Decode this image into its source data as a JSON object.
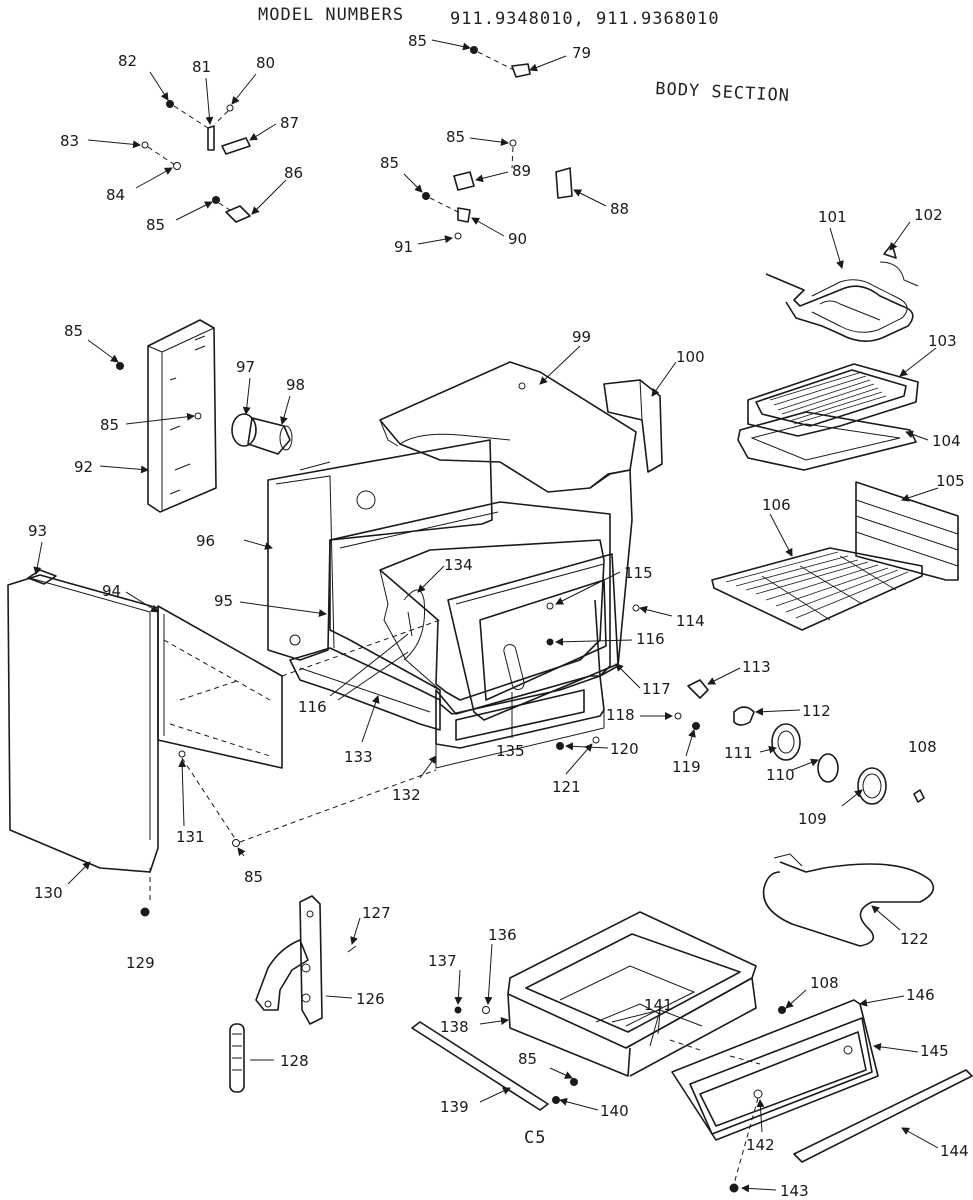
{
  "header": {
    "model_label": "MODEL NUMBERS",
    "model_numbers": "911.9348010,  911.9368010",
    "section": "BODY SECTION",
    "footer_code": "C5"
  },
  "callouts": [
    {
      "id": "c85a",
      "text": "85"
    },
    {
      "id": "c79",
      "text": "79"
    },
    {
      "id": "c82",
      "text": "82"
    },
    {
      "id": "c81",
      "text": "81"
    },
    {
      "id": "c80",
      "text": "80"
    },
    {
      "id": "c83",
      "text": "83"
    },
    {
      "id": "c87",
      "text": "87"
    },
    {
      "id": "c84",
      "text": "84"
    },
    {
      "id": "c86",
      "text": "86"
    },
    {
      "id": "c85b",
      "text": "85"
    },
    {
      "id": "c85c",
      "text": "85"
    },
    {
      "id": "c85d",
      "text": "85"
    },
    {
      "id": "c89",
      "text": "89"
    },
    {
      "id": "c88",
      "text": "88"
    },
    {
      "id": "c90",
      "text": "90"
    },
    {
      "id": "c91",
      "text": "91"
    },
    {
      "id": "c101",
      "text": "101"
    },
    {
      "id": "c102",
      "text": "102"
    },
    {
      "id": "c85e",
      "text": "85"
    },
    {
      "id": "c97",
      "text": "97"
    },
    {
      "id": "c98",
      "text": "98"
    },
    {
      "id": "c99",
      "text": "99"
    },
    {
      "id": "c100",
      "text": "100"
    },
    {
      "id": "c103",
      "text": "103"
    },
    {
      "id": "c85f",
      "text": "85"
    },
    {
      "id": "c104",
      "text": "104"
    },
    {
      "id": "c92",
      "text": "92"
    },
    {
      "id": "c105",
      "text": "105"
    },
    {
      "id": "c106",
      "text": "106"
    },
    {
      "id": "c96",
      "text": "96"
    },
    {
      "id": "c93",
      "text": "93"
    },
    {
      "id": "c94",
      "text": "94"
    },
    {
      "id": "c134",
      "text": "134"
    },
    {
      "id": "c115",
      "text": "115"
    },
    {
      "id": "c95",
      "text": "95"
    },
    {
      "id": "c114",
      "text": "114"
    },
    {
      "id": "c116a",
      "text": "116"
    },
    {
      "id": "c113",
      "text": "113"
    },
    {
      "id": "c117",
      "text": "117"
    },
    {
      "id": "c116b",
      "text": "116"
    },
    {
      "id": "c112",
      "text": "112"
    },
    {
      "id": "c118",
      "text": "118"
    },
    {
      "id": "c133",
      "text": "133"
    },
    {
      "id": "c120",
      "text": "120"
    },
    {
      "id": "c111",
      "text": "111"
    },
    {
      "id": "c135",
      "text": "135"
    },
    {
      "id": "c119",
      "text": "119"
    },
    {
      "id": "c108a",
      "text": "108"
    },
    {
      "id": "c131",
      "text": "131"
    },
    {
      "id": "c110",
      "text": "110"
    },
    {
      "id": "c132",
      "text": "132"
    },
    {
      "id": "c121",
      "text": "121"
    },
    {
      "id": "c109",
      "text": "109"
    },
    {
      "id": "c85g",
      "text": "85"
    },
    {
      "id": "c130",
      "text": "130"
    },
    {
      "id": "c122",
      "text": "122"
    },
    {
      "id": "c127",
      "text": "127"
    },
    {
      "id": "c136",
      "text": "136"
    },
    {
      "id": "c129",
      "text": "129"
    },
    {
      "id": "c137",
      "text": "137"
    },
    {
      "id": "c126",
      "text": "126"
    },
    {
      "id": "c108b",
      "text": "108"
    },
    {
      "id": "c146",
      "text": "146"
    },
    {
      "id": "c141",
      "text": "141"
    },
    {
      "id": "c138",
      "text": "138"
    },
    {
      "id": "c128",
      "text": "128"
    },
    {
      "id": "c145",
      "text": "145"
    },
    {
      "id": "c85h",
      "text": "85"
    },
    {
      "id": "c139",
      "text": "139"
    },
    {
      "id": "c140",
      "text": "140"
    },
    {
      "id": "c142",
      "text": "142"
    },
    {
      "id": "c144",
      "text": "144"
    },
    {
      "id": "c143",
      "text": "143"
    }
  ]
}
